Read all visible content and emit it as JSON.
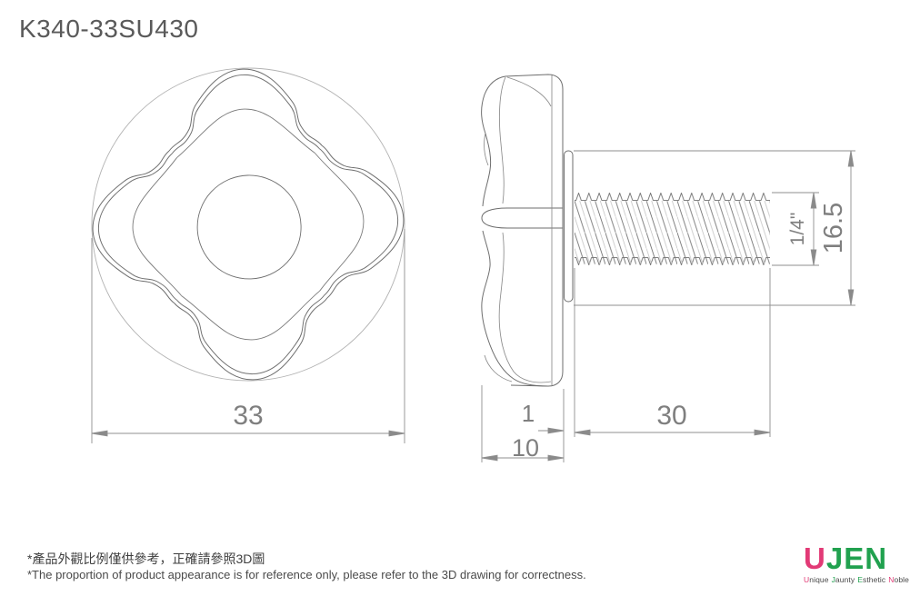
{
  "title": "K340-33SU430",
  "dims": {
    "knob_diameter": "33",
    "flange_thickness": "1",
    "thread_length": "30",
    "hub_depth": "10",
    "thread_size": "1/4\"",
    "flange_diameter": "16.5"
  },
  "notes": {
    "zh": "*產品外觀比例僅供參考，正確請參照3D圖",
    "en": "*The proportion of product appearance is for reference only, please refer to the 3D drawing for correctness."
  },
  "logo": {
    "name_part1": "U",
    "name_part2": "JEN",
    "tagline_words": [
      {
        "first": "U",
        "rest": "nique"
      },
      {
        "first": "J",
        "rest": "aunty"
      },
      {
        "first": "E",
        "rest": "sthetic"
      },
      {
        "first": "N",
        "rest": "oble"
      }
    ]
  },
  "colors": {
    "logo_pink": "#e23a76",
    "logo_green": "#21a14f",
    "drawing_line_gray": "#6e6e6e",
    "dimension_gray": "#8c8c8c"
  }
}
